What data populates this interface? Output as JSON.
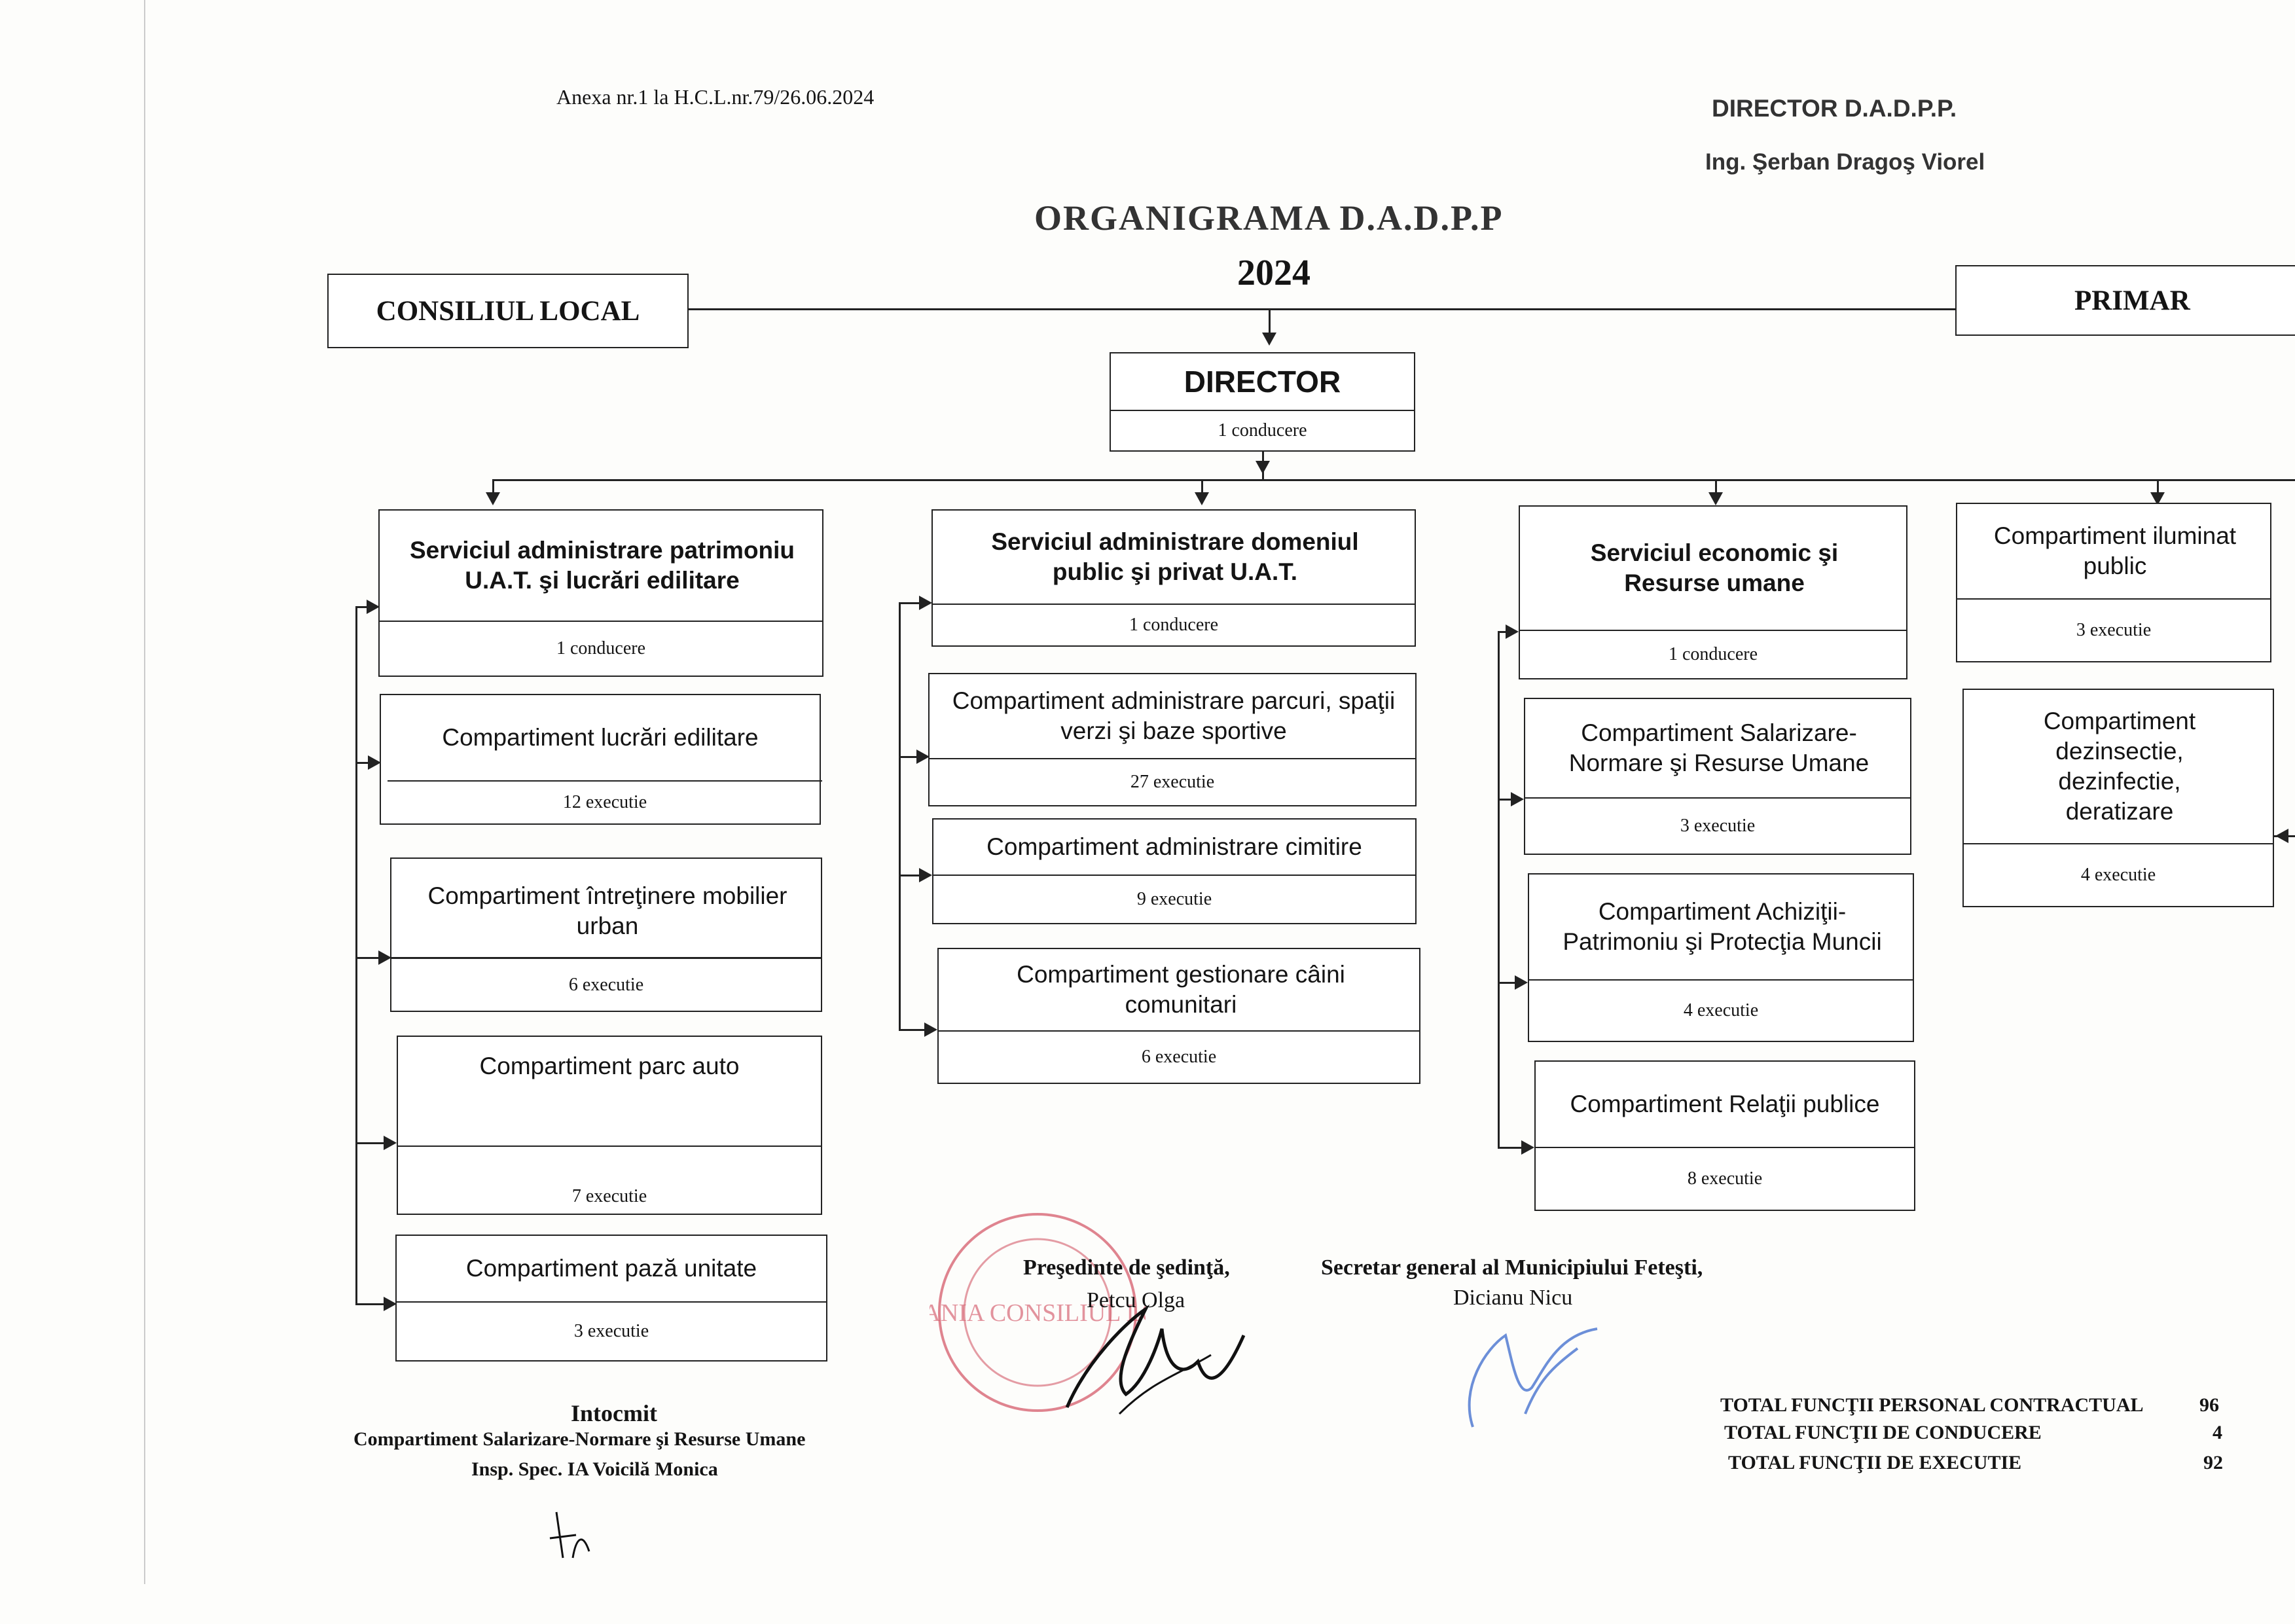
{
  "header": {
    "annex": "Anexa nr.1 la H.C.L.nr.79/26.06.2024",
    "director_title": "DIRECTOR D.A.D.P.P.",
    "director_name": "Ing. Şerban Dragoş Viorel",
    "title": "ORGANIGRAMA D.A.D.P.P",
    "year": "2024"
  },
  "top": {
    "consiliu": "CONSILIUL LOCAL",
    "primar": "PRIMAR",
    "director": "DIRECTOR",
    "director_count": "1 conducere"
  },
  "col1": {
    "service": "Serviciul administrare patrimoniu U.A.T. şi lucrări edilitare",
    "service_count": "1 conducere",
    "units": [
      {
        "name": "Compartiment lucrări edilitare",
        "count": "12 executie"
      },
      {
        "name": "Compartiment întreţinere mobilier urban",
        "count": "6 executie"
      },
      {
        "name": "Compartiment parc auto",
        "count": "7 executie"
      },
      {
        "name": "Compartiment pază unitate",
        "count": "3 executie"
      }
    ]
  },
  "col2": {
    "service": "Serviciul administrare domeniul public şi privat U.A.T.",
    "service_count": "1 conducere",
    "units": [
      {
        "name": "Compartiment administrare parcuri, spaţii verzi şi baze sportive",
        "count": "27 executie"
      },
      {
        "name": "Compartiment administrare cimitire",
        "count": "9 executie"
      },
      {
        "name": "Compartiment gestionare câini comunitari",
        "count": "6 executie"
      }
    ]
  },
  "col3": {
    "service": "Serviciul economic şi Resurse umane",
    "service_count": "1 conducere",
    "units": [
      {
        "name": "Compartiment Salarizare-Normare şi Resurse Umane",
        "count": "3 executie"
      },
      {
        "name": "Compartiment Achiziţii-Patrimoniu şi Protecţia Muncii",
        "count": "4 executie"
      },
      {
        "name": "Compartiment Relaţii publice",
        "count": "8 executie"
      }
    ]
  },
  "col4": {
    "units": [
      {
        "name": "Compartiment iluminat public",
        "count": "3 executie"
      },
      {
        "name": "Compartiment dezinsectie, dezinfectie, deratizare",
        "count": "4 executie"
      }
    ]
  },
  "footer": {
    "presedinte": "Preşedinte de şedinţă,",
    "presedinte_name": "Petcu Olga",
    "secretar": "Secretar general al Municipiului Feteşti,",
    "secretar_name": "Dicianu Nicu",
    "intocmit": "Intocmit",
    "intocmit_dept": "Compartiment Salarizare-Normare şi Resurse Umane",
    "intocmit_name": "Insp. Spec. IA Voicilă Monica",
    "stamp_text": "ROMANIA CONSILIUL LOCAL",
    "totals": [
      {
        "label": "TOTAL FUNCŢII PERSONAL CONTRACTUAL",
        "value": "96"
      },
      {
        "label": "TOTAL FUNCŢII DE CONDUCERE",
        "value": "4"
      },
      {
        "label": "TOTAL FUNCŢII DE EXECUTIE",
        "value": "92"
      }
    ]
  }
}
